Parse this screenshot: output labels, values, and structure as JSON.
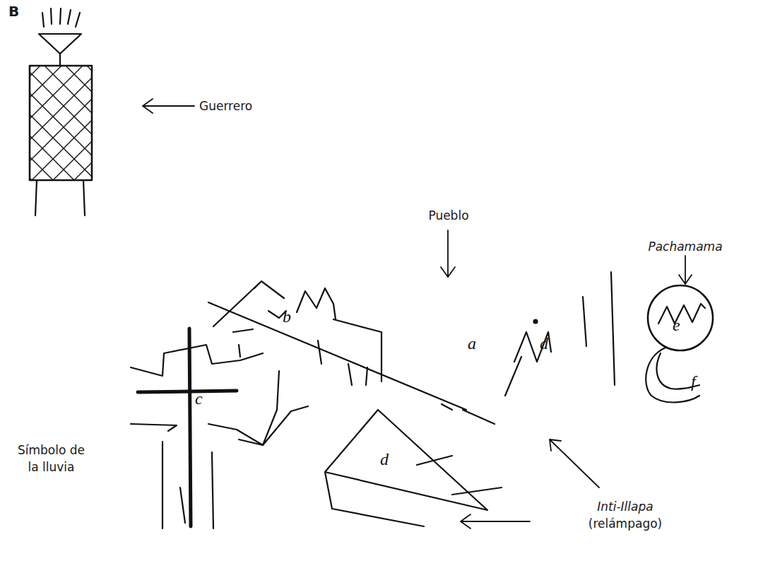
{
  "diagram": {
    "labels": [
      "B",
      "Guerrero",
      "Pueblo",
      "a",
      "b",
      "c",
      "d",
      "d",
      "Pachamama",
      "e",
      "f",
      "Símbolo de la lluvia",
      "Inti-Illapa",
      "(relámpago)"
    ]
  }
}
